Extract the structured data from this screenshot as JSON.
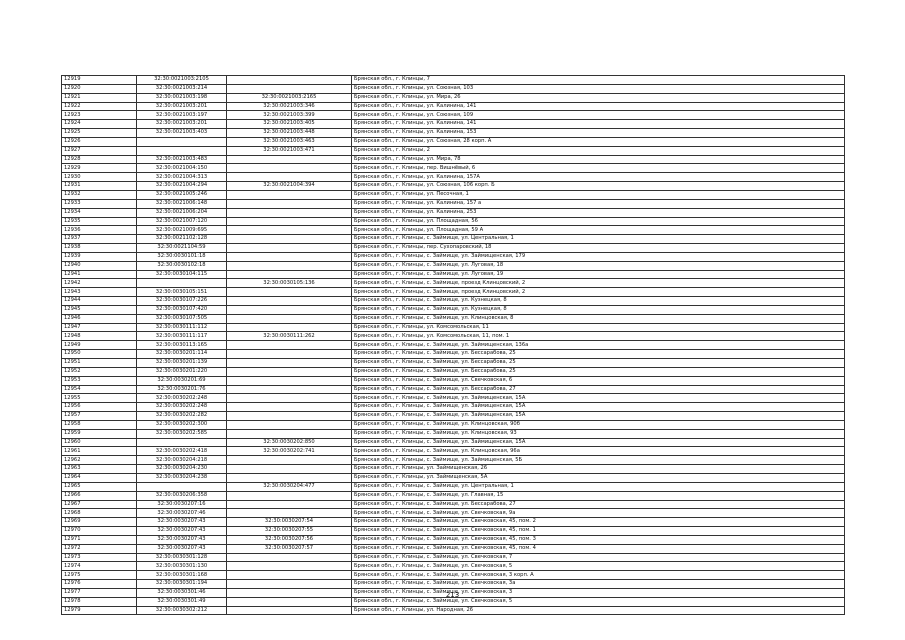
{
  "page_number": "213",
  "rows": [
    [
      "12919",
      "32:30:0021003:2105",
      "",
      "Брянская обл., г. Клинцы, 7"
    ],
    [
      "12920",
      "32:30:0021003:214",
      "",
      "Брянская обл., г. Клинцы, ул. Союзная, 103"
    ],
    [
      "12921",
      "32:30:0021003:198",
      "32:30:0021003:2165",
      "Брянская обл., г. Клинцы, ул. Мира, 26"
    ],
    [
      "12922",
      "32:30:0021003:201",
      "32:30:0021003:346",
      "Брянская обл., г. Клинцы, ул. Калинина, 141"
    ],
    [
      "12923",
      "32:30:0021003:197",
      "32:30:0021003:399",
      "Брянская обл., г. Клинцы, ул. Союзная, 109"
    ],
    [
      "12924",
      "32:30:0021003:201",
      "32:30:0021003:405",
      "Брянская обл., г. Клинцы, ул. Калинина, 141"
    ],
    [
      "12925",
      "32:30:0021003:403",
      "32:30:0021003:448",
      "Брянская обл., г. Клинцы, ул. Калинина, 153"
    ],
    [
      "12926",
      "",
      "32:30:0021003:463",
      "Брянская обл., г. Клинцы, ул. Союзная, 28 корп. А"
    ],
    [
      "12927",
      "",
      "32:30:0021003:471",
      "Брянская обл., г. Клинцы, 2"
    ],
    [
      "12928",
      "32:30:0021003:483",
      "",
      "Брянская обл., г. Клинцы, ул. Мира, 78"
    ],
    [
      "12929",
      "32:30:0021004:150",
      "",
      "Брянская обл., г. Клинцы, пер. Вишнёвый, 6"
    ],
    [
      "12930",
      "32:30:0021004:313",
      "",
      "Брянская обл., г. Клинцы, ул. Калинина, 157А"
    ],
    [
      "12931",
      "32:30:0021004:294",
      "32:30:0021004:394",
      "Брянская обл., г. Клинцы, ул. Союзная, 106 корп. Б"
    ],
    [
      "12932",
      "32:30:0021005:246",
      "",
      "Брянская обл., г. Клинцы, ул. Песочная, 1"
    ],
    [
      "12933",
      "32:30:0021006:148",
      "",
      "Брянская обл., г. Клинцы, ул. Калинина, 157 а"
    ],
    [
      "12934",
      "32:30:0021006:204",
      "",
      "Брянская обл., г. Клинцы, ул. Калинина, 253"
    ],
    [
      "12935",
      "32:30:0021007:120",
      "",
      "Брянская обл., г. Клинцы, ул. Площадная, 56"
    ],
    [
      "12936",
      "32:30:0021009:695",
      "",
      "Брянская обл., г. Клинцы, ул. Площадная, 59 А"
    ],
    [
      "12937",
      "32:30:0021102:128",
      "",
      "Брянская обл., г. Клинцы, с. Займище, ул. Центральная, 1"
    ],
    [
      "12938",
      "32:30:0021104:59",
      "",
      "Брянская обл., г. Клинцы, пер. Сухопаровский, 18"
    ],
    [
      "12939",
      "32:30:0030101:18",
      "",
      "Брянская обл., г. Клинцы, с. Займище, ул. Займищенская, 179"
    ],
    [
      "12940",
      "32:30:0030102:18",
      "",
      "Брянская обл., г. Клинцы, с. Займище, ул. Луговая, 18"
    ],
    [
      "12941",
      "32:30:0030104:115",
      "",
      "Брянская обл., г. Клинцы, с. Займище, ул. Луговая, 19"
    ],
    [
      "12942",
      "",
      "32:30:0030105:136",
      "Брянская обл., г. Клинцы, с. Займище, проезд Клинцовский, 2"
    ],
    [
      "12943",
      "32:30:0030105:151",
      "",
      "Брянская обл., г. Клинцы, с. Займище, проезд Клинцовский, 2"
    ],
    [
      "12944",
      "32:30:0030107:226",
      "",
      "Брянская обл., г. Клинцы, с. Займище, ул. Кузнецкая, 8"
    ],
    [
      "12945",
      "32:30:0030107:420",
      "",
      "Брянская обл., г. Клинцы, с. Займище, ул. Кузнецкая, 8"
    ],
    [
      "12946",
      "32:30:0030107:505",
      "",
      "Брянская обл., г. Клинцы, с. Займище, ул. Клинцовская, 8"
    ],
    [
      "12947",
      "32:30:0030111:112",
      "",
      "Брянская обл., г. Клинцы, ул. Комсомольская, 11"
    ],
    [
      "12948",
      "32:30:0030111:117",
      "32:30:0030111:262",
      "Брянская обл., г. Клинцы, ул. Комсомольская, 11, пом. 1"
    ],
    [
      "12949",
      "32:30:0030113:165",
      "",
      "Брянская обл., г. Клинцы, с. Займище, ул. Займищенская, 136а"
    ],
    [
      "12950",
      "32:30:0030201:114",
      "",
      "Брянская обл., г. Клинцы, с. Займище, ул. Бессарабова, 25"
    ],
    [
      "12951",
      "32:30:0030201:139",
      "",
      "Брянская обл., г. Клинцы, с. Займище, ул. Бессарабова, 25"
    ],
    [
      "12952",
      "32:30:0030201:220",
      "",
      "Брянская обл., г. Клинцы, с. Займище, ул. Бессарабова, 25"
    ],
    [
      "12953",
      "32:30:0030201:69",
      "",
      "Брянская обл., г. Клинцы, с. Займище, ул. Свечковская, 6"
    ],
    [
      "12954",
      "32:30:0030201:76",
      "",
      "Брянская обл., г. Клинцы, с. Займище, ул. Бессарабова, 27"
    ],
    [
      "12955",
      "32:30:0030202:248",
      "",
      "Брянская обл., г. Клинцы, с. Займище, ул. Займищенская, 15А"
    ],
    [
      "12956",
      "32:30:0030202:248",
      "",
      "Брянская обл., г. Клинцы, с. Займище, ул. Займищенская, 15А"
    ],
    [
      "12957",
      "32:30:0030202:282",
      "",
      "Брянская обл., г. Клинцы, с. Займище, ул. Займищенская, 15А"
    ],
    [
      "12958",
      "32:30:0030202:300",
      "",
      "Брянская обл., г. Клинцы, с. Займище, ул. Клинцовская, 90б"
    ],
    [
      "12959",
      "32:30:0030202:585",
      "",
      "Брянская обл., г. Клинцы, с. Займище, ул. Клинцовская, 93"
    ],
    [
      "12960",
      "",
      "32:30:0030202:850",
      "Брянская обл., г. Клинцы, с. Займище, ул. Займищенская, 15А"
    ],
    [
      "12961",
      "32:30:0030202:418",
      "32:30:0030202:741",
      "Брянская обл., г. Клинцы, с. Займище, ул. Клинцовская, 96а"
    ],
    [
      "12962",
      "32:30:0030204:218",
      "",
      "Брянская обл., г. Клинцы, с. Займище, ул. Займищенская, 5Б"
    ],
    [
      "12963",
      "32:30:0030204:230",
      "",
      "Брянская обл., г. Клинцы, ул. Займищенская, 26"
    ],
    [
      "12964",
      "32:30:0030204:238",
      "",
      "Брянская обл., г. Клинцы, ул. Займищенская, 5А"
    ],
    [
      "12965",
      "",
      "32:30:0030204:477",
      "Брянская обл., г. Клинцы, с. Займище, ул. Центральная, 1"
    ],
    [
      "12966",
      "32:30:0030206:358",
      "",
      "Брянская обл., г. Клинцы, с. Займище, ул. Главная, 15"
    ],
    [
      "12967",
      "32:30:0030207:16",
      "",
      "Брянская обл., г. Клинцы, с. Займище, ул. Бессарабова, 27"
    ],
    [
      "12968",
      "32:30:0030207:46",
      "",
      "Брянская обл., г. Клинцы, с. Займище, ул. Свечковская, 9а"
    ],
    [
      "12969",
      "32:30:0030207:43",
      "32:30:0030207:54",
      "Брянская обл., г. Клинцы, с. Займище, ул. Свечковская, 45, пом. 2"
    ],
    [
      "12970",
      "32:30:0030207:43",
      "32:30:0030207:55",
      "Брянская обл., г. Клинцы, с. Займище, ул. Свечковская, 45, пом. 1"
    ],
    [
      "12971",
      "32:30:0030207:43",
      "32:30:0030207:56",
      "Брянская обл., г. Клинцы, с. Займище, ул. Свечковская, 45, пом. 3"
    ],
    [
      "12972",
      "32:30:0030207:43",
      "32:30:0030207:57",
      "Брянская обл., г. Клинцы, с. Займище, ул. Свечковская, 45, пом. 4"
    ],
    [
      "12973",
      "32:30:0030301:128",
      "",
      "Брянская обл., г. Клинцы, с. Займище, ул. Свечковская, 7"
    ],
    [
      "12974",
      "32:30:0030301:130",
      "",
      "Брянская обл., г. Клинцы, с. Займище, ул. Свечковская, 5"
    ],
    [
      "12975",
      "32:30:0030301:168",
      "",
      "Брянская обл., г. Клинцы, с. Займище, ул. Свечковская, 3 корп. А"
    ],
    [
      "12976",
      "32:30:0030301:194",
      "",
      "Брянская обл., г. Клинцы, с. Займище, ул. Свечковская, 3а"
    ],
    [
      "12977",
      "32:30:0030301:46",
      "",
      "Брянская обл., г. Клинцы, с. Займище, ул. Свечковская, 3"
    ],
    [
      "12978",
      "32:30:0030301:49",
      "",
      "Брянская обл., г. Клинцы, с. Займище, ул. Свечковская, 5"
    ],
    [
      "12979",
      "32:30:0030302:212",
      "",
      "Брянская обл., г. Клинцы, ул. Народная, 26"
    ]
  ]
}
